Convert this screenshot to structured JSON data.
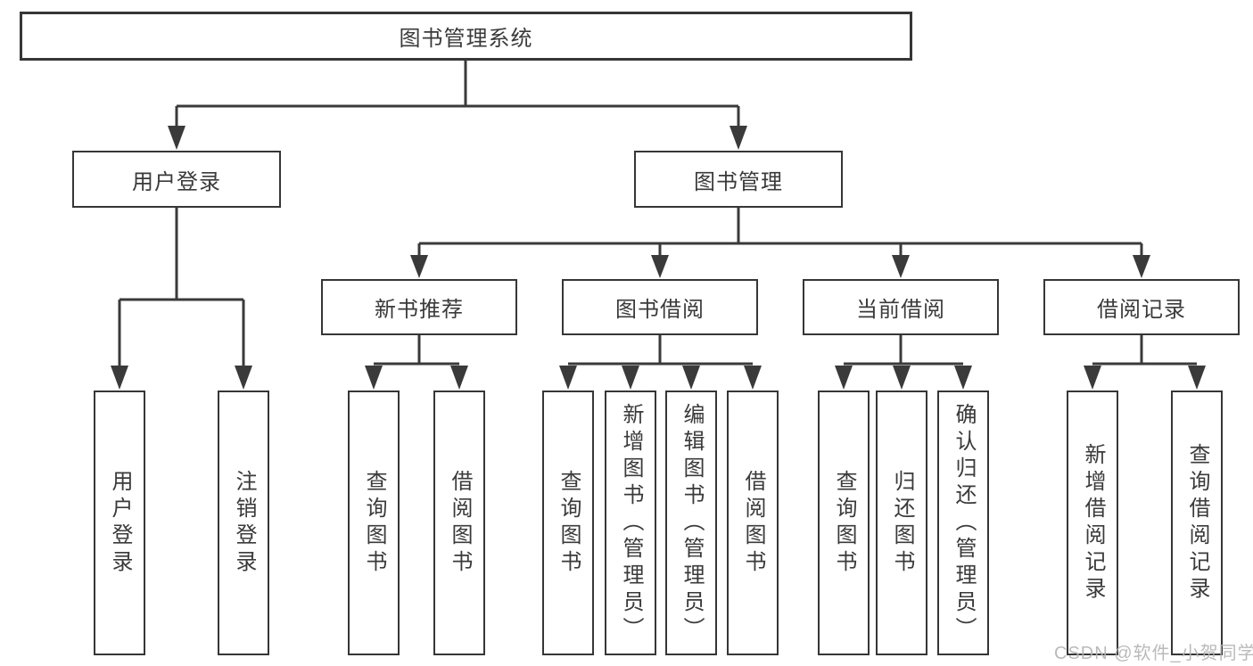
{
  "diagram": {
    "root": {
      "label": "图书管理系统"
    },
    "level2": [
      {
        "id": "user-login",
        "label": "用户登录",
        "parent": "root"
      },
      {
        "id": "book-management",
        "label": "图书管理",
        "parent": "root"
      }
    ],
    "level3": [
      {
        "id": "new-book-recommend",
        "label": "新书推荐",
        "parent": "book-management"
      },
      {
        "id": "book-borrow",
        "label": "图书借阅",
        "parent": "book-management"
      },
      {
        "id": "current-borrow",
        "label": "当前借阅",
        "parent": "book-management"
      },
      {
        "id": "borrow-records",
        "label": "借阅记录",
        "parent": "book-management"
      }
    ],
    "leaves": [
      {
        "label": "用户登录",
        "parent": "user-login"
      },
      {
        "label": "注销登录",
        "parent": "user-login"
      },
      {
        "label": "查询图书",
        "parent": "new-book-recommend"
      },
      {
        "label": "借阅图书",
        "parent": "new-book-recommend"
      },
      {
        "label": "查询图书",
        "parent": "book-borrow"
      },
      {
        "label": "新增图书（管理员）",
        "parent": "book-borrow"
      },
      {
        "label": "编辑图书（管理员）",
        "parent": "book-borrow"
      },
      {
        "label": "借阅图书",
        "parent": "book-borrow"
      },
      {
        "label": "查询图书",
        "parent": "current-borrow"
      },
      {
        "label": "归还图书",
        "parent": "current-borrow"
      },
      {
        "label": "确认归还（管理员）",
        "parent": "current-borrow"
      },
      {
        "label": "新增借阅记录",
        "parent": "borrow-records"
      },
      {
        "label": "查询借阅记录",
        "parent": "borrow-records"
      }
    ]
  },
  "watermark": {
    "text": "CSDN @软件_小贺同学"
  },
  "colors": {
    "line": "#3a3a3a",
    "border": "#363636",
    "text": "#3a3a3a",
    "background": "#ffffff",
    "watermark": "#b3b3b3"
  }
}
